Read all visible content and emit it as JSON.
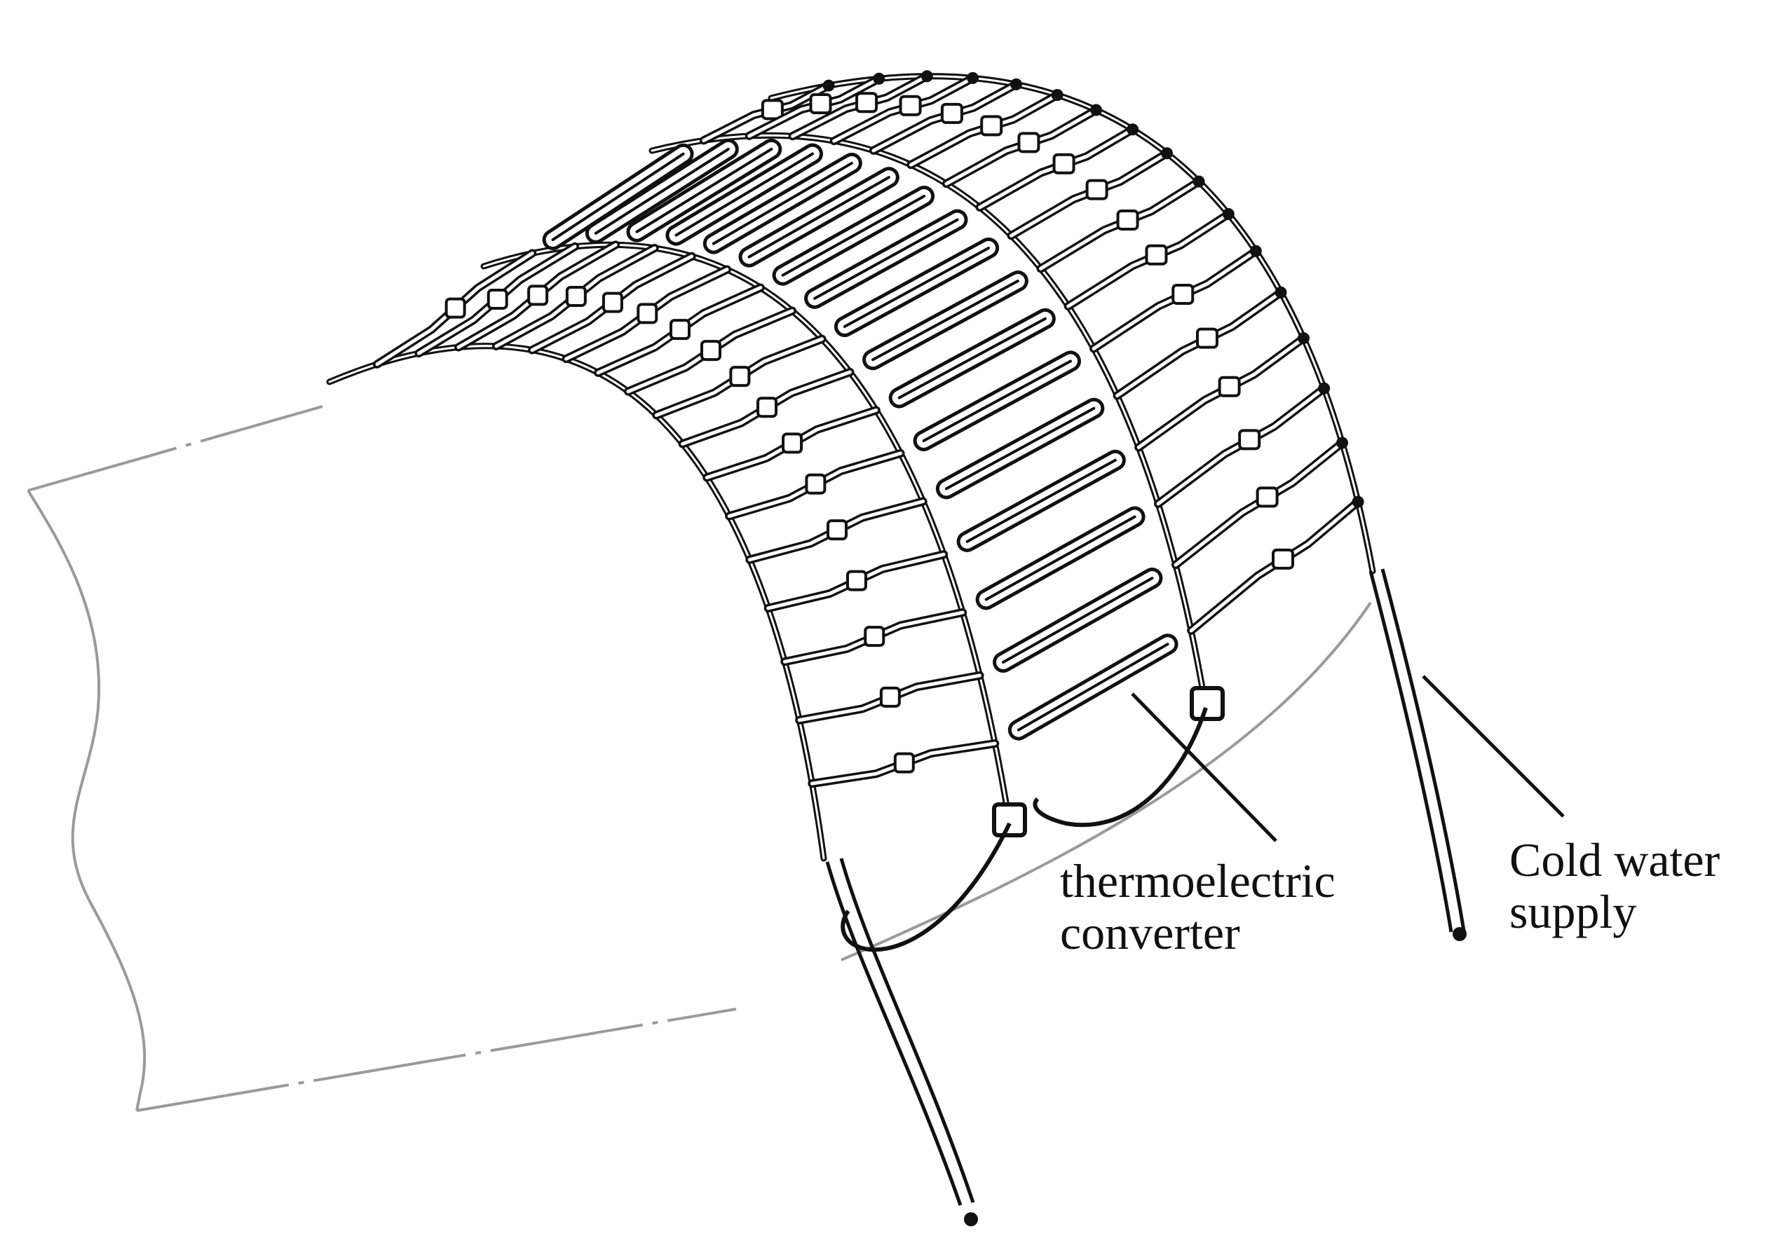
{
  "figure": {
    "labels": {
      "converter_line1": "thermoelectric",
      "converter_line2": "converter",
      "water_line1": "Cold water",
      "water_line2": "supply"
    },
    "colors": {
      "ink": "#111111",
      "pipe_outline": "#9a9a9a",
      "background": "#ffffff"
    }
  }
}
